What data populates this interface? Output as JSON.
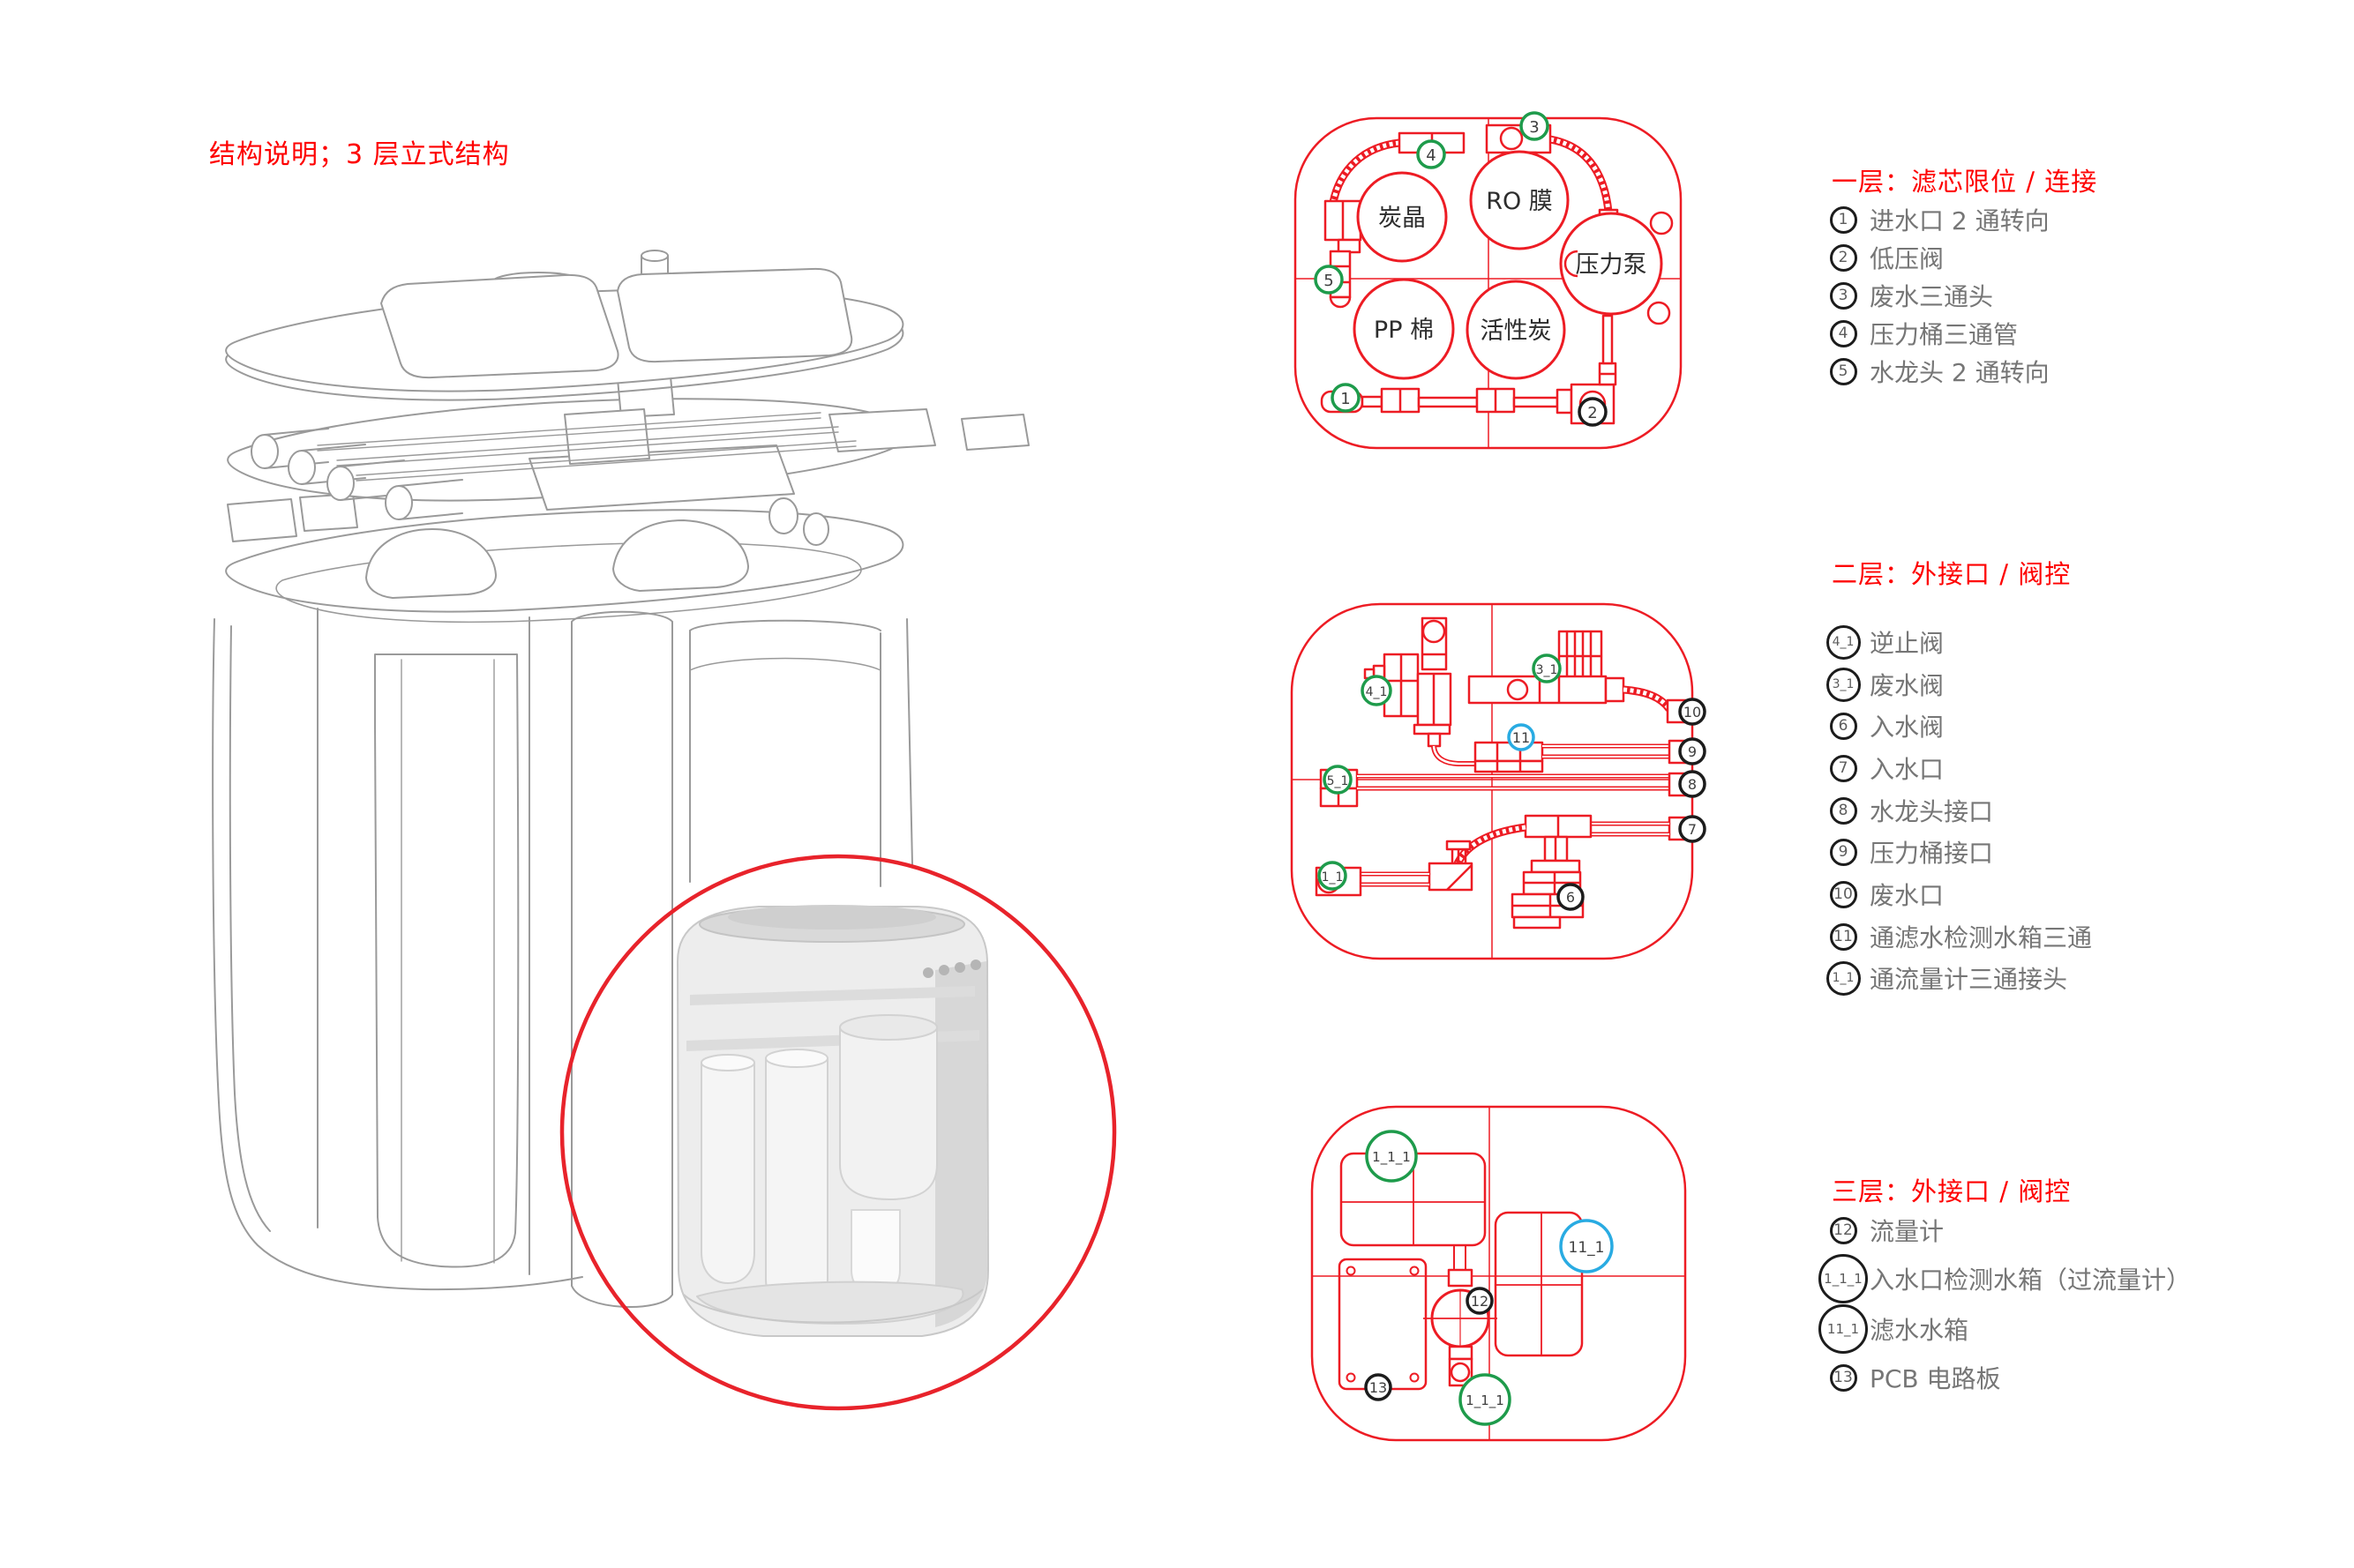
{
  "title": "结构说明；3 层立式结构",
  "colors": {
    "red_line": "#ed1c24",
    "red_text": "#fe0000",
    "marker_green": "#1e9b4b",
    "marker_blue": "#29abe2",
    "marker_black": "#1c1c1c",
    "legend_text_gray": "#767676",
    "sketch_gray": "#9a9a9a"
  },
  "layer1_schematic": {
    "component_labels": [
      "炭晶",
      "RO 膜",
      "压力泵",
      "PP 棉",
      "活性炭"
    ],
    "markers": [
      "1",
      "2",
      "3",
      "4",
      "5"
    ]
  },
  "layer2_schematic": {
    "markers": [
      "4_1",
      "3_1",
      "10",
      "11",
      "9",
      "5_1",
      "8",
      "7",
      "1_1",
      "6"
    ]
  },
  "layer3_schematic": {
    "markers": [
      "1_1_1",
      "11_1",
      "12",
      "13",
      "1_1_1"
    ]
  },
  "legends": [
    {
      "title": "一层：滤芯限位 / 连接",
      "items": [
        {
          "num": "1",
          "label": "进水口 2 通转向"
        },
        {
          "num": "2",
          "label": "低压阀"
        },
        {
          "num": "3",
          "label": "废水三通头"
        },
        {
          "num": "4",
          "label": "压力桶三通管"
        },
        {
          "num": "5",
          "label": "水龙头 2 通转向"
        }
      ]
    },
    {
      "title": "二层：外接口 / 阀控",
      "items": [
        {
          "num": "4_1",
          "label": "逆止阀"
        },
        {
          "num": "3_1",
          "label": "废水阀"
        },
        {
          "num": "6",
          "label": "入水阀"
        },
        {
          "num": "7",
          "label": "入水口"
        },
        {
          "num": "8",
          "label": "水龙头接口"
        },
        {
          "num": "9",
          "label": "压力桶接口"
        },
        {
          "num": "10",
          "label": "废水口"
        },
        {
          "num": "11",
          "label": "通滤水检测水箱三通"
        },
        {
          "num": "1_1",
          "label": "通流量计三通接头"
        }
      ]
    },
    {
      "title": "三层：外接口 / 阀控",
      "items": [
        {
          "num": "12",
          "label": "流量计"
        },
        {
          "num": "1_1_1",
          "label": "入水口检测水箱（过流量计）"
        },
        {
          "num": "11_1",
          "label": "滤水水箱"
        },
        {
          "num": "13",
          "label": "PCB 电路板"
        }
      ]
    }
  ]
}
